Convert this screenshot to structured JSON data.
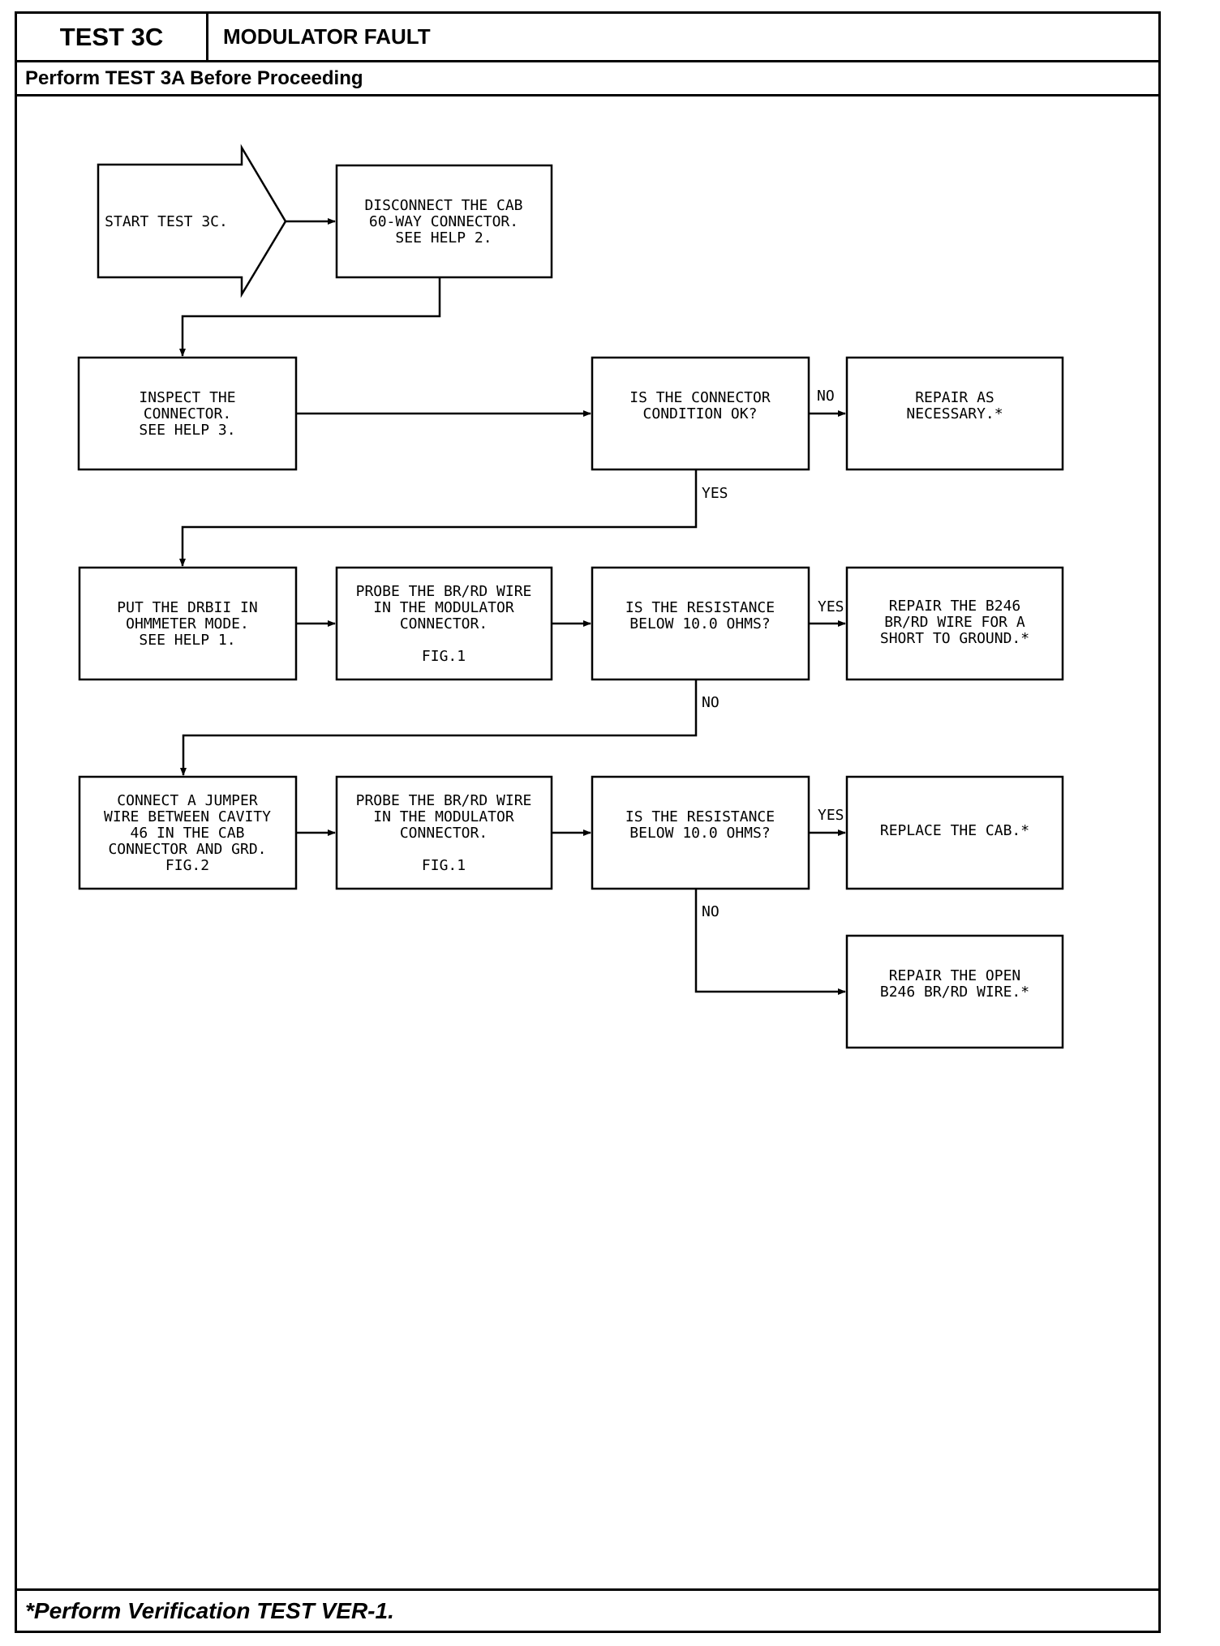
{
  "header": {
    "test_id": "TEST 3C",
    "title": "MODULATOR FAULT",
    "prerequisite": "Perform TEST 3A Before Proceeding"
  },
  "footer": {
    "note": "*Perform Verification TEST VER-1."
  },
  "flow": {
    "start": [
      "START TEST 3C."
    ],
    "disconnect": [
      "DISCONNECT THE CAB",
      "60-WAY CONNECTOR.",
      "SEE HELP 2."
    ],
    "inspect": [
      "INSPECT THE",
      "CONNECTOR.",
      "SEE HELP 3."
    ],
    "q_connector": [
      "IS THE CONNECTOR",
      "CONDITION OK?"
    ],
    "repair_necessary": [
      "REPAIR AS",
      "NECESSARY.*"
    ],
    "put_drb": [
      "PUT THE DRBII IN",
      "OHMMETER MODE.",
      "SEE HELP 1."
    ],
    "probe1": [
      "PROBE THE BR/RD WIRE",
      "IN THE MODULATOR",
      "CONNECTOR.",
      "",
      "FIG.1"
    ],
    "q_res1": [
      "IS THE RESISTANCE",
      "BELOW 10.0 OHMS?"
    ],
    "repair_short": [
      "REPAIR THE B246",
      "BR/RD WIRE FOR A",
      "SHORT TO GROUND.*"
    ],
    "jumper": [
      "CONNECT A JUMPER",
      "WIRE BETWEEN CAVITY",
      "46 IN THE CAB",
      "CONNECTOR AND GRD.",
      "FIG.2"
    ],
    "probe2": [
      "PROBE THE BR/RD WIRE",
      "IN THE MODULATOR",
      "CONNECTOR.",
      "",
      "FIG.1"
    ],
    "q_res2": [
      "IS THE RESISTANCE",
      "BELOW 10.0 OHMS?"
    ],
    "replace_cab": [
      "REPLACE THE CAB.*"
    ],
    "repair_open": [
      "REPAIR THE OPEN",
      "B246 BR/RD WIRE.*"
    ]
  },
  "labels": {
    "no_1": "NO",
    "yes_1": "YES",
    "yes_2": "YES",
    "no_2": "NO",
    "yes_3": "YES",
    "no_3": "NO"
  }
}
